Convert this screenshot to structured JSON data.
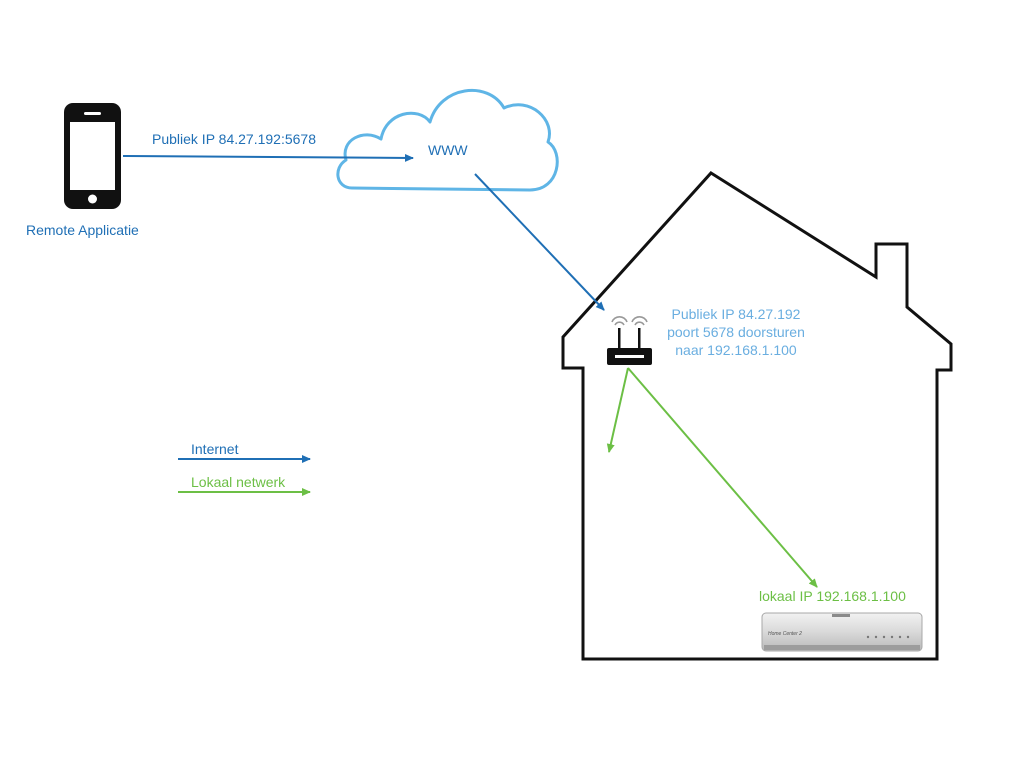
{
  "colors": {
    "internet": "#1f6fb5",
    "local": "#6cbf45",
    "router_label": "#6aaee0",
    "cloud": "#5fb5e6",
    "house": "#111111"
  },
  "labels": {
    "remote_app": "Remote Applicatie",
    "public_ip_port": "Publiek IP 84.27.192:5678",
    "www": "WWW",
    "router_line1": "Publiek IP 84.27.192",
    "router_line2": "poort 5678 doorsturen",
    "router_line3": "naar 192.168.1.100",
    "local_ip": "lokaal IP 192.168.1.100",
    "device_brand": "Home Center 2"
  },
  "legend": {
    "internet": "Internet",
    "local": "Lokaal netwerk"
  },
  "icons": {
    "phone": "smartphone-icon",
    "cloud": "cloud-icon",
    "router": "wifi-router-icon",
    "controller": "home-controller-icon"
  }
}
